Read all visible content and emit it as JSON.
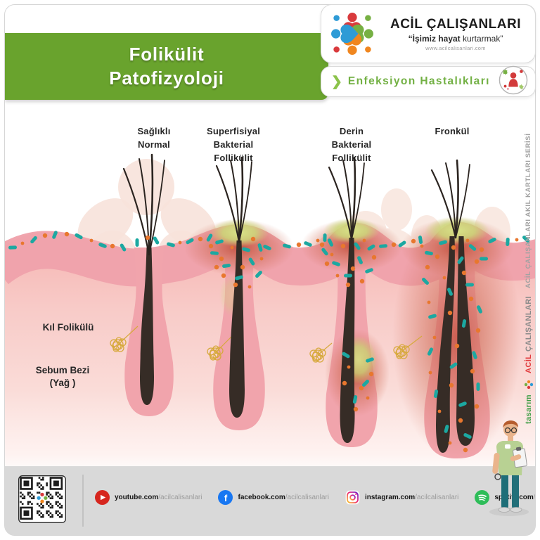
{
  "header": {
    "title_line1": "Folikülit",
    "title_line2": "Patofizyoloji"
  },
  "brand": {
    "name": "ACİL ÇALIŞANLARI",
    "tagline_prefix": "“İşimiz ",
    "tagline_bold": "hayat",
    "tagline_suffix": " kurtarmak”",
    "website": "www.acilcalisanlari.com"
  },
  "category": {
    "chevron": "❯",
    "label": "Enfeksiyon Hastalıkları"
  },
  "diagram": {
    "columns": [
      {
        "lines": [
          "Sağlıklı",
          "Normal"
        ]
      },
      {
        "lines": [
          "Superfisiyal",
          "Bakterial",
          "Follikülit"
        ]
      },
      {
        "lines": [
          "Derin",
          "Bakterial",
          "Follikülit"
        ]
      },
      {
        "lines": [
          "Fronkül"
        ]
      }
    ],
    "anatomy": {
      "hair_follicle": "Kıl Folikülü",
      "sebum_line1": "Sebum Bezi",
      "sebum_line2": "(Yağ )"
    }
  },
  "side": {
    "series_text": "ACİL ÇALIŞANLARI AKIL KARTLARI SERİSİ",
    "design_label": "tasarım",
    "brand_red": "ACİL",
    "brand_gray": "ÇALIŞANLARI"
  },
  "footer": {
    "socials": [
      {
        "icon": "youtube-icon",
        "platform": "youtube.com",
        "handle": "/acilcalisanlari"
      },
      {
        "icon": "facebook-icon",
        "platform": "facebook.com",
        "handle": "/acilcalisanlari"
      },
      {
        "icon": "instagram-icon",
        "platform": "instagram.com",
        "handle": "/acilcalisanlari"
      },
      {
        "icon": "spotify-icon",
        "platform": "spotify.com",
        "handle": "/acilcalisanlari"
      }
    ]
  },
  "colors": {
    "title_green": "#69a32d",
    "category_green": "#72b043",
    "skin_pink": "#f1a4ac",
    "pus_green": "#ccd97a",
    "inflammation_red": "#cf6a54",
    "bacteria_teal": "#1ca8a1",
    "bacteria_orange": "#e8772e",
    "sebum_yellow": "#d7a93c",
    "footer_gray": "#d9d9d9",
    "accent_red": "#e23c3e"
  }
}
